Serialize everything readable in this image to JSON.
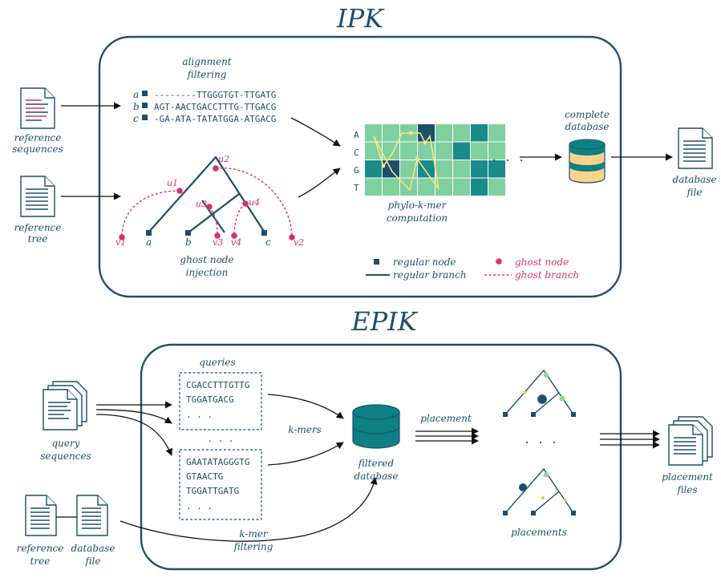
{
  "titles": {
    "ipk": "IPK",
    "epik": "EPIK"
  },
  "colors": {
    "primary": "#1b4f6b",
    "ghost": "#d6336c",
    "cell_light": "#7fcf9f",
    "cell_dark": "#1a8a8a",
    "path": "#f2e783",
    "db_teal": "#0f7f86",
    "db_yellow": "#f7d48a"
  },
  "ipk": {
    "ref_sequences": [
      "reference",
      "sequences"
    ],
    "ref_tree": [
      "reference",
      "tree"
    ],
    "alignment_title": [
      "alignment",
      "filtering"
    ],
    "alignment": [
      {
        "label": "a",
        "seq": "--------TTGGGTGT-TTGATG"
      },
      {
        "label": "b",
        "seq": "AGT-AACTGACCTTTG-TTGACG"
      },
      {
        "label": "c",
        "seq": "-GA-ATA-TATATGGA-ATGACG"
      }
    ],
    "tree_leaves": [
      "a",
      "b",
      "c"
    ],
    "ghost_nodes": [
      "u1",
      "u2",
      "u3",
      "u4"
    ],
    "ghost_leaves": [
      "v1",
      "v2",
      "v3",
      "v4"
    ],
    "injection_title": [
      "ghost node",
      "injection"
    ],
    "row_labels": [
      "A",
      "C",
      "G",
      "T"
    ],
    "computation_title": [
      "phylo-k-mer",
      "computation"
    ],
    "ellipsis": ". . .",
    "db_title": [
      "complete",
      "database"
    ],
    "db_file": [
      "database",
      "file"
    ],
    "legend": {
      "regular_node": "regular node",
      "ghost_node": "ghost node",
      "regular_branch": "regular branch",
      "ghost_branch": "ghost branch"
    }
  },
  "epik": {
    "queries_title": "queries",
    "query_block_1": [
      "CGACCTTTGTTG",
      "TGGATGACG",
      ". . ."
    ],
    "blocks_ellipsis": ". . .",
    "query_block_2": [
      "GAATATAGGGTG",
      "GTAACTG",
      "TGGATTGATG",
      ". . ."
    ],
    "query_sequences": [
      "query",
      "sequences"
    ],
    "ref_tree": [
      "reference",
      "tree"
    ],
    "db_file": [
      "database",
      "file"
    ],
    "kmers": "k-mers",
    "kmer_filtering": [
      "k-mer",
      "filtering"
    ],
    "filtered_db": [
      "filtered",
      "database"
    ],
    "placement": "placement",
    "placements": "placements",
    "trees_ellipsis": ". . .",
    "placement_files": [
      "placement",
      "files"
    ]
  }
}
